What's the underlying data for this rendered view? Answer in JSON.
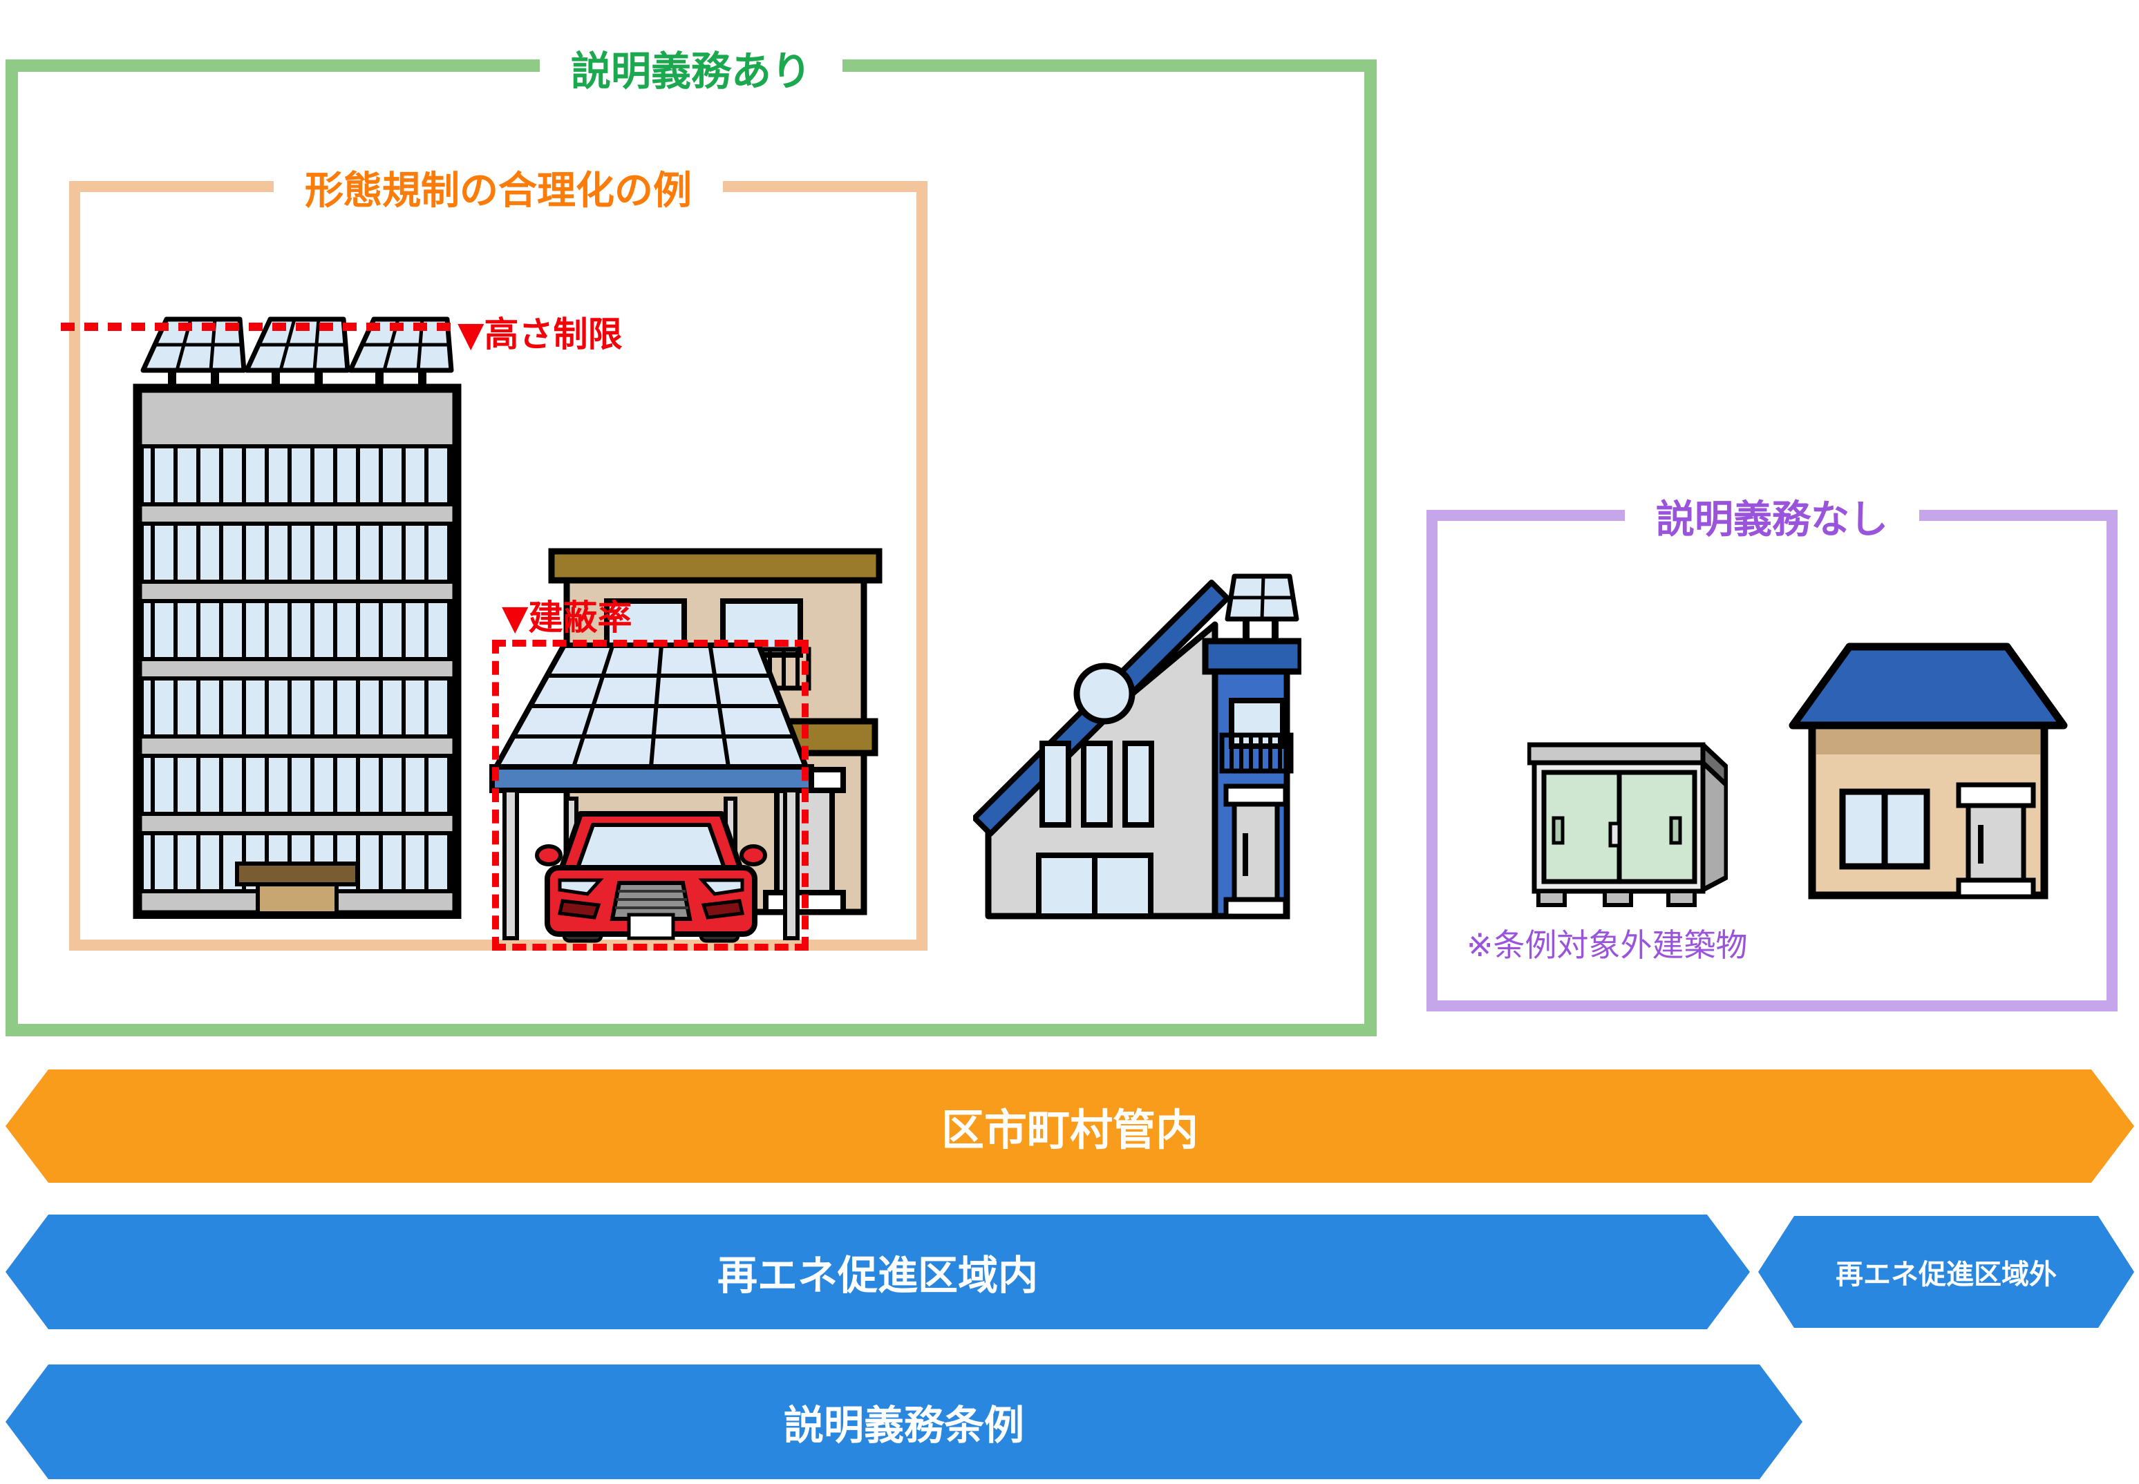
{
  "diagram": {
    "green_box": {
      "title": "説明義務あり"
    },
    "orange_box": {
      "title": "形態規制の合理化の例",
      "height_limit_label": "▼高さ制限",
      "coverage_ratio_label": "▼建蔽率"
    },
    "purple_box": {
      "title": "説明義務なし",
      "note": "※条例対象外建築物"
    },
    "banners": {
      "municipal_area": "区市町村管内",
      "promotion_zone_inside": "再エネ促進区域内",
      "promotion_zone_outside": "再エネ促進区域外",
      "explanation_ordinance": "説明義務条例"
    },
    "colors": {
      "green_border": "#8FCB86",
      "green_text": "#1CA84F",
      "orange_border": "#F2C59C",
      "orange_text": "#FC7C0A",
      "purple_border": "#C6A6EA",
      "purple_text": "#9A54DB",
      "red_annotation": "#F40009",
      "banner_orange": "#F99C1B",
      "banner_blue": "#2A87E0",
      "banner_text": "#FFFFFF"
    },
    "illustrations": [
      "office-building-with-rooftop-solar",
      "solar-carport-with-red-car",
      "two-story-house",
      "modern-house-with-solar-panel",
      "storage-shed",
      "small-house"
    ]
  }
}
